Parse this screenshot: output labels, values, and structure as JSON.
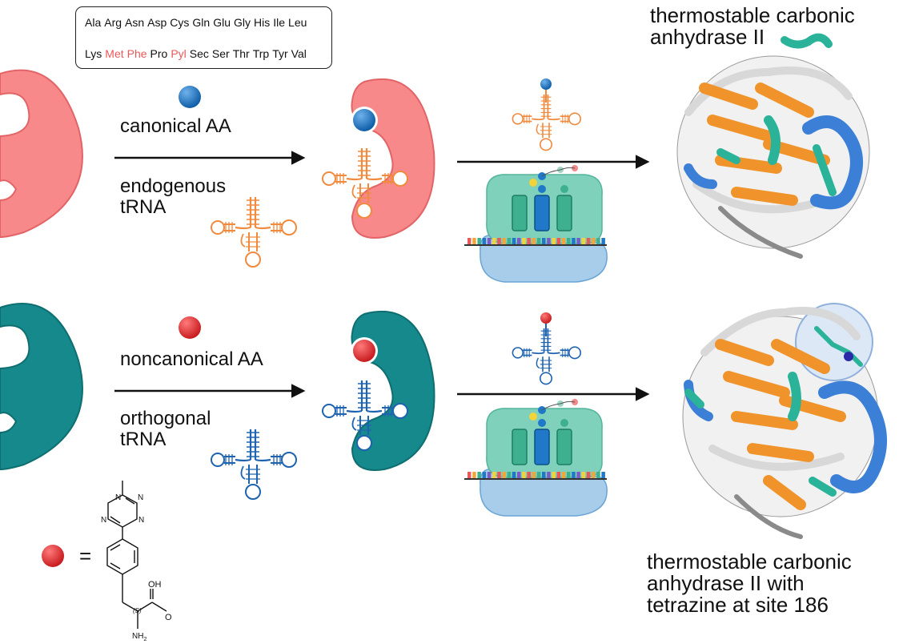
{
  "amino_acid_box": {
    "row1": [
      "Ala",
      "Arg",
      "Asn",
      "Asp",
      "Cys",
      "Gln",
      "Glu",
      "Gly",
      "His",
      "Ile",
      "Leu"
    ],
    "row2": [
      {
        "text": "Lys",
        "highlight": false
      },
      {
        "text": "Met",
        "highlight": true
      },
      {
        "text": "Phe",
        "highlight": true
      },
      {
        "text": "Pro",
        "highlight": false
      },
      {
        "text": "Pyl",
        "highlight": true
      },
      {
        "text": "Sec",
        "highlight": false
      },
      {
        "text": "Ser",
        "highlight": false
      },
      {
        "text": "Thr",
        "highlight": false
      },
      {
        "text": "Trp",
        "highlight": false
      },
      {
        "text": "Tyr",
        "highlight": false
      },
      {
        "text": "Val",
        "highlight": false
      }
    ]
  },
  "top_pathway": {
    "amino_acid_label": "canonical AA",
    "trna_label_line1": "endogenous",
    "trna_label_line2": "tRNA",
    "product_line1": "thermostable carbonic",
    "product_line2": "anhydrase II"
  },
  "bottom_pathway": {
    "amino_acid_label": "noncanonical AA",
    "trna_label_line1": "orthogonal",
    "trna_label_line2": "tRNA",
    "product_line1": "thermostable carbonic",
    "product_line2": "anhydrase II with",
    "product_line3": "tetrazine at site 186"
  },
  "legend": {
    "equals": "=",
    "stereo_label": "(S)",
    "oh_label": "OH",
    "o_label": "O",
    "nh2_label": "NH",
    "nh2_sub": "2",
    "n_atom": "N"
  },
  "colors": {
    "endogenous_enzyme": "#f7898a",
    "orthogonal_enzyme": "#15898c",
    "canonical_aa": "#1a6fba",
    "noncanonical_aa": "#d6282b",
    "endogenous_trna": "#f08a3e",
    "orthogonal_trna": "#1e63b0",
    "highlight_text": "#e8595a",
    "helix_blue": "#3b7fd6",
    "sheet_orange": "#f0932a",
    "turn_teal": "#2bb39a"
  },
  "icons": [
    "synthetase-enzyme-icon",
    "amino-acid-ball-icon",
    "trna-cloverleaf-icon",
    "ribosome-icon",
    "protein-ribbon-icon",
    "tetrazine-structure-icon"
  ]
}
